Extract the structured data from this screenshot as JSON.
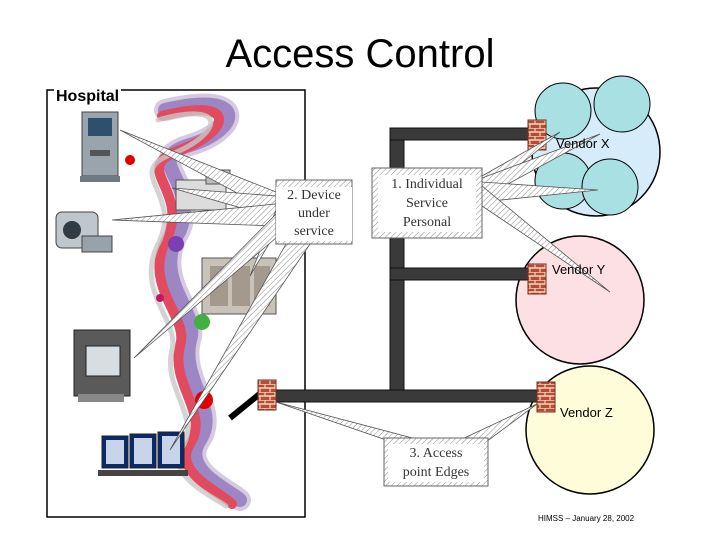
{
  "title": "Access Control",
  "hospital_label": "Hospital",
  "vendors": [
    {
      "label": "Vendor X",
      "color": "#d6ecfa"
    },
    {
      "label": "Vendor Y",
      "color": "#fde0e3"
    },
    {
      "label": "Vendor Z",
      "color": "#fefcd9"
    }
  ],
  "callouts": {
    "device": [
      "2. Device",
      "under",
      "service"
    ],
    "individual": [
      "1. Individual",
      "Service",
      "Personal"
    ],
    "access": [
      "3. Access",
      "point Edges"
    ]
  },
  "footer": "HIMSS – January 28, 2002",
  "colors": {
    "pipe": "#2a2a2a",
    "pipe_fill": "#5a5a5a",
    "brick": "#c0504d",
    "mortar": "#f2d7b5",
    "vendor_x_circles": "#a9e0e3"
  }
}
